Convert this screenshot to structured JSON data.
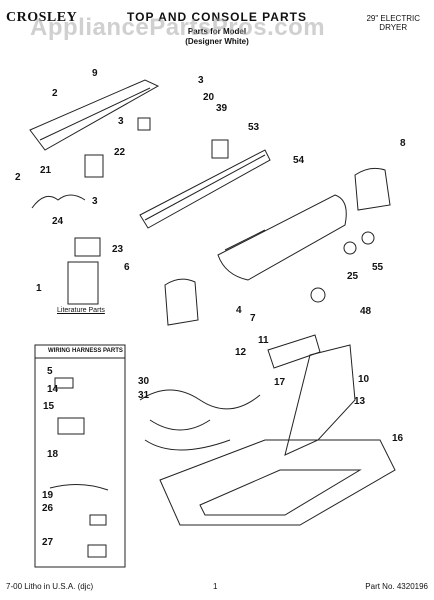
{
  "header": {
    "brand": "CROSLEY",
    "title": "TOP AND CONSOLE PARTS",
    "model_line": "Parts for Model",
    "color": "(Designer White)",
    "product_line1": "29\" ELECTRIC",
    "product_line2": "DRYER"
  },
  "watermark": "AppliancePartsPros.com",
  "callouts": [
    "2",
    "9",
    "3",
    "20",
    "39",
    "3",
    "53",
    "22",
    "21",
    "2",
    "8",
    "54",
    "24",
    "3",
    "23",
    "6",
    "1",
    "4",
    "25",
    "55",
    "7",
    "48",
    "11",
    "12",
    "10",
    "17",
    "30",
    "31",
    "13",
    "16",
    "5",
    "14",
    "15",
    "18",
    "19",
    "26",
    "27"
  ],
  "literature_label": "Literature Parts",
  "harness_box_title": "WIRING HARNESS PARTS",
  "footer": {
    "left": "7-00 Litho in U.S.A. (djc)",
    "center": "1",
    "right": "Part No. 4320196"
  }
}
